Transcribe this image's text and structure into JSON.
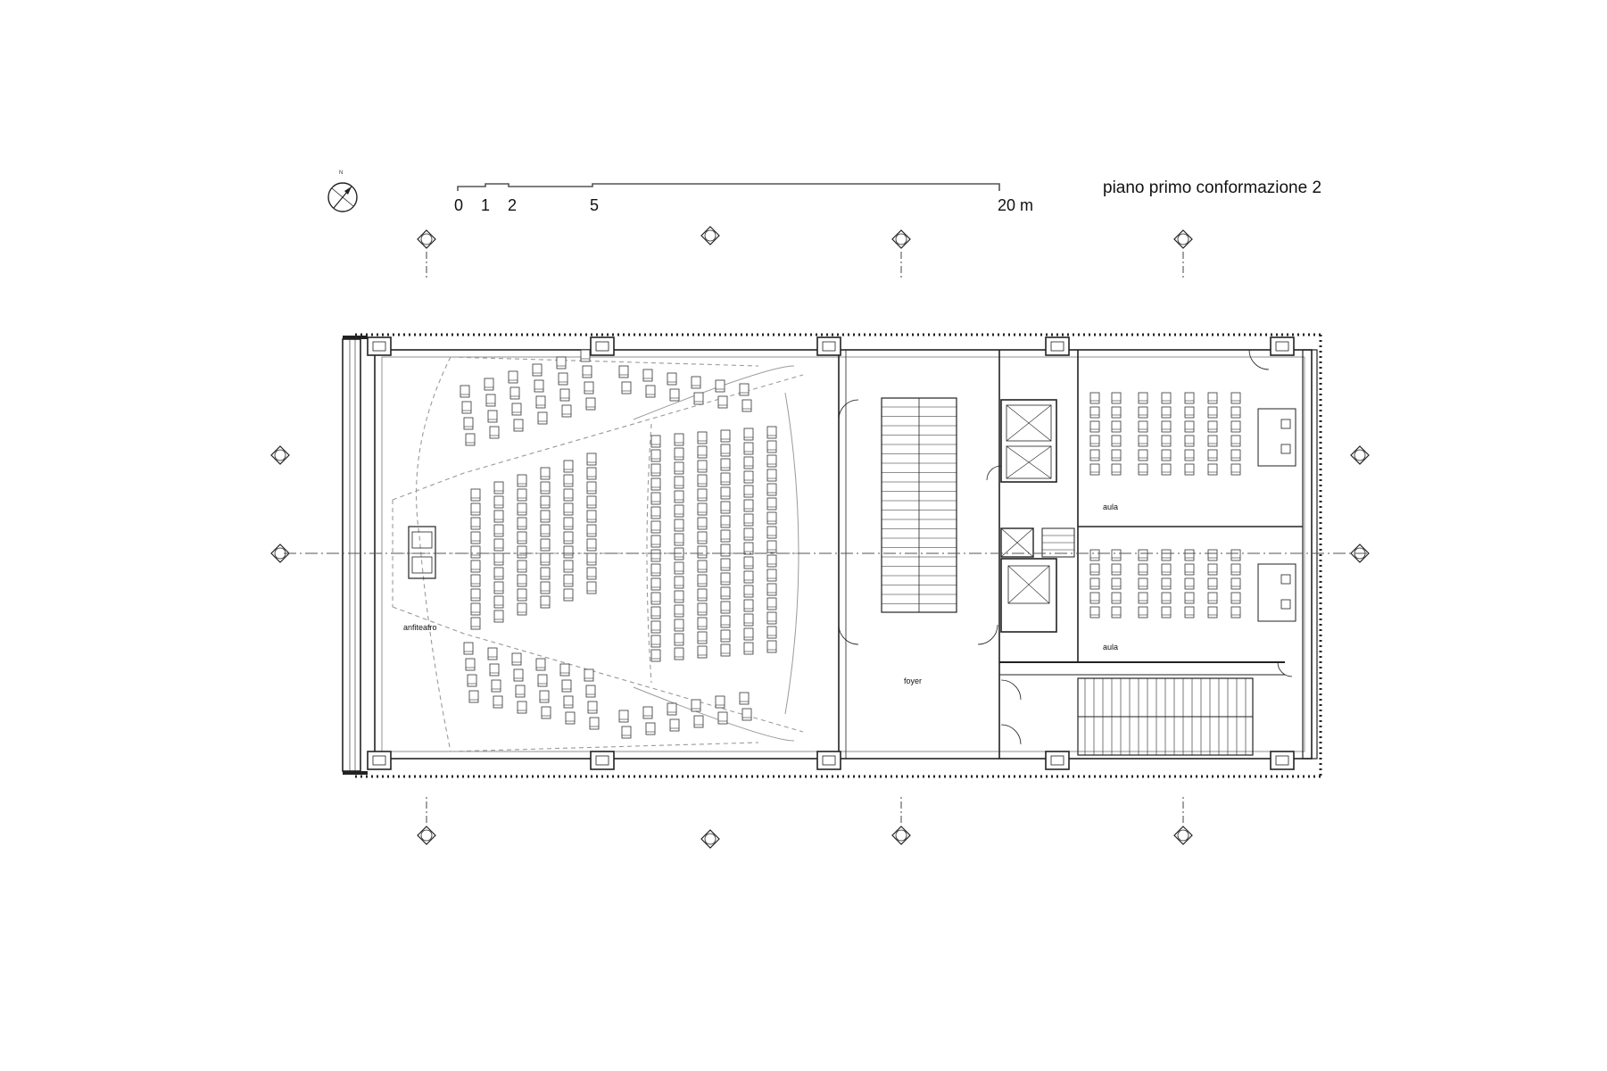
{
  "title": "piano primo conformazione 2",
  "north_label": "N",
  "scale_bar": {
    "ticks": [
      "0",
      "1",
      "2",
      "5"
    ],
    "end_label": "20 m"
  },
  "rooms": {
    "auditorium": "anfiteatro",
    "foyer": "foyer",
    "classroom_top": "aula",
    "classroom_bottom": "aula"
  },
  "colors": {
    "line": "#222222",
    "light_line": "#9a9a9a",
    "background": "#ffffff"
  }
}
